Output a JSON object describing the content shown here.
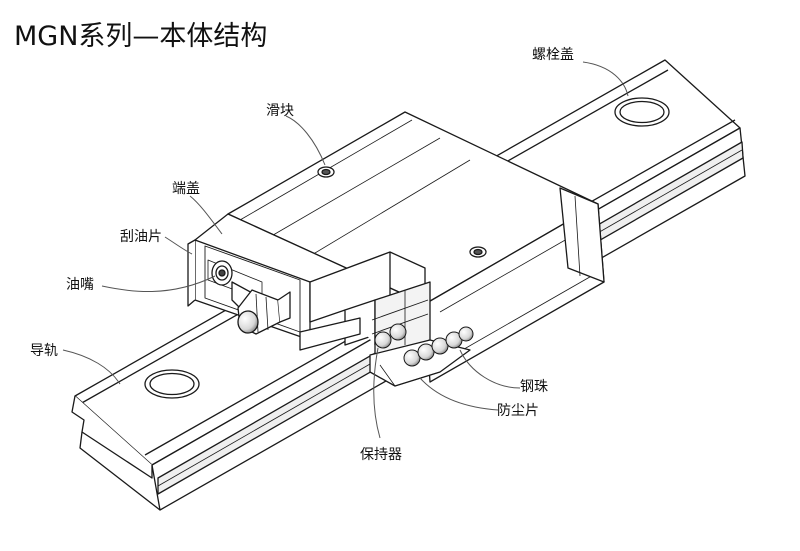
{
  "title": "MGN系列—本体结构",
  "labels": {
    "bolt_cap": "螺栓盖",
    "slider": "滑块",
    "end_cap": "端盖",
    "scraper": "刮油片",
    "grease_nipple": "油嘴",
    "rail": "导轨",
    "steel_ball": "钢珠",
    "dust_seal": "防尘片",
    "retainer": "保持器"
  },
  "colors": {
    "line": "#1a1a1a",
    "fill": "#ffffff",
    "shade": "#e9e9e9",
    "dark": "#6d6d6d"
  }
}
